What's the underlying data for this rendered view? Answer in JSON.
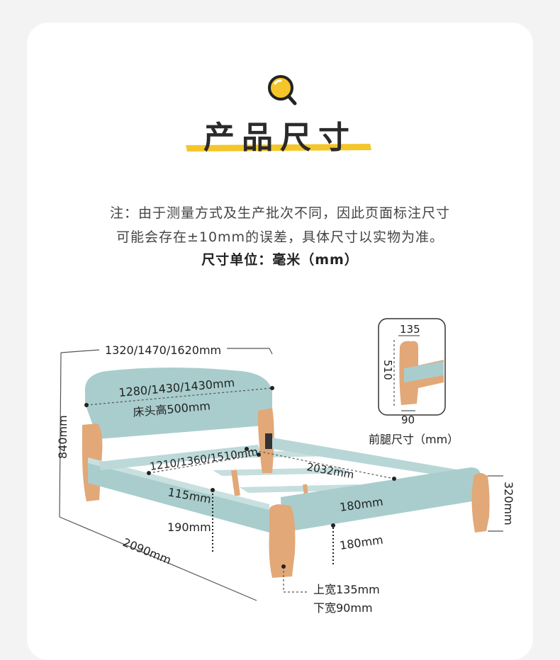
{
  "header": {
    "icon": "magnifier-icon",
    "title": "产品尺寸",
    "accent_color": "#f4c62a"
  },
  "note": {
    "line1": "注：由于测量方式及生产批次不同，因此页面标注尺寸",
    "line2": "可能会存在±10mm的误差，具体尺寸以实物为准。",
    "unit": "尺寸单位：毫米（mm）"
  },
  "dimensions": {
    "overall_width": "1320/1470/1620mm",
    "headboard_width": "1280/1430/1430mm",
    "headboard_height": "床头高500mm",
    "total_height": "840mm",
    "inner_width": "1210/1360/1510mm",
    "inner_length": "2032mm",
    "total_length": "2090mm",
    "rail_height": "115mm",
    "under_clearance": "190mm",
    "footboard_height": "180mm",
    "foot_clearance": "180mm",
    "foot_total_height": "320mm",
    "leg_top": "上宽135mm",
    "leg_bottom": "下宽90mm"
  },
  "inset": {
    "top": "135",
    "side": "510",
    "bottom": "90",
    "caption": "前腿尺寸（mm）"
  },
  "colors": {
    "frame": "#a9cdcd",
    "frame_dark": "#8fb8b8",
    "wood": "#e2a878",
    "wood_dark": "#c98a58"
  }
}
